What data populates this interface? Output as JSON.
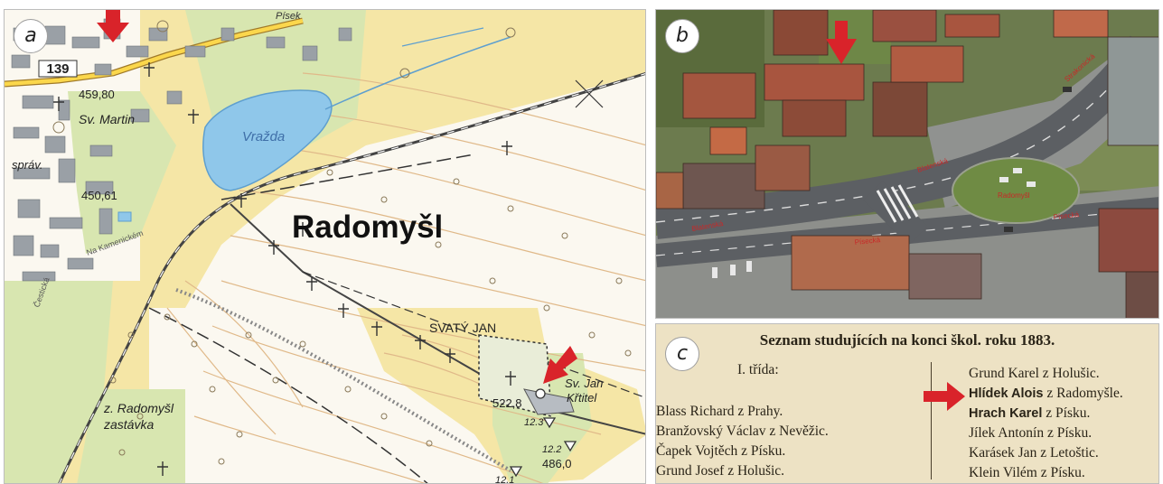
{
  "panels": {
    "a": {
      "letter": "a",
      "labels": {
        "road_number": "139",
        "pisek": "Písek",
        "elev_1": "459,80",
        "sv_martin": "Sv. Martin",
        "sprav": "správ.",
        "elev_2": "450,61",
        "vrazda": "Vražda",
        "radomysl": "Radomyšl",
        "svaty_jan": "SVATÝ JAN",
        "sv_jan_1": "Sv. Jan",
        "sv_jan_2": "Křtitel",
        "elev_3": "522,8",
        "code_1": "12.3",
        "code_2": "12.2",
        "elev_4": "486,0",
        "code_3": "12.1",
        "station_1": "z. Radomyšl",
        "station_2": "zastávka",
        "na_kamenich": "Na Kamenickém",
        "cisarska": "Čestická"
      }
    },
    "b": {
      "letter": "b",
      "labels": {
        "street_1": "Blatenská",
        "street_2": "Blatenská",
        "street_3": "Písecká",
        "street_4": "Písecká",
        "street_5": "Strakonická",
        "place": "Radomyšl"
      }
    },
    "c": {
      "letter": "c",
      "title": "Seznam studujících na konci škol. roku 1883.",
      "class_heading": "I. třída:",
      "left_list": [
        "Blass Richard z Prahy.",
        "Branžovský Václav z Nevěžic.",
        "Čapek Vojtěch z Písku.",
        "Grund Josef z Holušic."
      ],
      "right_list": [
        {
          "name": "Grund Karel",
          "origin": "z Holušic."
        },
        {
          "name": "Hlídek Alois",
          "origin": "z Radomyšle."
        },
        {
          "name": "Hrach Karel",
          "origin": "z Písku."
        },
        {
          "name": "Jílek Antonín",
          "origin": "z Písku."
        },
        {
          "name": "Karásek Jan",
          "origin": "z Letoštic."
        },
        {
          "name": "Klein Vilém",
          "origin": "z Písku."
        }
      ]
    }
  },
  "colors": {
    "arrow": "#d9232a",
    "water": "#8fc7ea",
    "forest": "#d8e6b0",
    "field": "#f5e6a6",
    "building": "#9aa0a6",
    "contour": "#e0b989"
  }
}
